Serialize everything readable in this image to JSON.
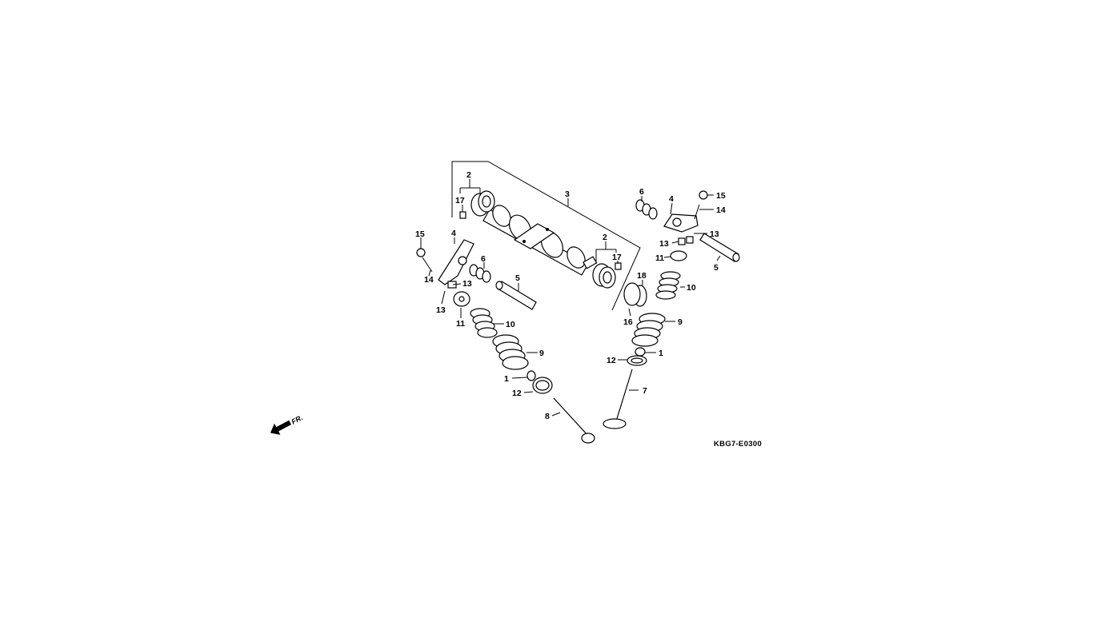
{
  "diagram": {
    "code": "KBG7-E0300",
    "direction_label": "FR.",
    "callouts": {
      "c3": "3",
      "c2a": "2",
      "c17a": "17",
      "c2b": "2",
      "c17b": "17",
      "c4l": "4",
      "c15l": "15",
      "c14l": "14",
      "c13la": "13",
      "c13lb": "13",
      "c6l": "6",
      "c5l": "5",
      "c11l": "11",
      "c10l": "10",
      "c9l": "9",
      "c1l": "1",
      "c12l": "12",
      "c8": "8",
      "c6r": "6",
      "c4r": "4",
      "c15r": "15",
      "c14r": "14",
      "c13ra": "13",
      "c13rb": "13",
      "c11r": "11",
      "c5r": "5",
      "c18": "18",
      "c10r": "10",
      "c16": "16",
      "c9r": "9",
      "c1r": "1",
      "c12r": "12",
      "c7": "7"
    }
  }
}
